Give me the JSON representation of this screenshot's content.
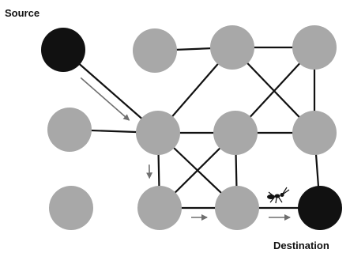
{
  "labels": {
    "source": "Source",
    "destination": "Destination"
  },
  "colors": {
    "node_fill": "#a8a8a8",
    "endpoint_fill": "#111111",
    "edge": "#111111",
    "path_arrow": "#6f6f6f"
  },
  "graph": {
    "nodes": [
      {
        "id": "n-src",
        "role": "source"
      },
      {
        "id": "n-a",
        "role": "node"
      },
      {
        "id": "n-b",
        "role": "node"
      },
      {
        "id": "n-c",
        "role": "node"
      },
      {
        "id": "n-d",
        "role": "node"
      },
      {
        "id": "n-e",
        "role": "node"
      },
      {
        "id": "n-f",
        "role": "node"
      },
      {
        "id": "n-g",
        "role": "node"
      },
      {
        "id": "n-h",
        "role": "node"
      },
      {
        "id": "n-i",
        "role": "node"
      },
      {
        "id": "n-j",
        "role": "node"
      },
      {
        "id": "n-dst",
        "role": "destination"
      }
    ],
    "edges": [
      [
        "n-src",
        "n-e"
      ],
      [
        "n-a",
        "n-b"
      ],
      [
        "n-b",
        "n-c"
      ],
      [
        "n-b",
        "n-e"
      ],
      [
        "n-b",
        "n-g"
      ],
      [
        "n-c",
        "n-f"
      ],
      [
        "n-c",
        "n-g"
      ],
      [
        "n-d",
        "n-e"
      ],
      [
        "n-e",
        "n-f"
      ],
      [
        "n-f",
        "n-g"
      ],
      [
        "n-e",
        "n-h"
      ],
      [
        "n-e",
        "n-i"
      ],
      [
        "n-f",
        "n-h"
      ],
      [
        "n-f",
        "n-i"
      ],
      [
        "n-g",
        "n-dst"
      ],
      [
        "n-h",
        "n-i"
      ],
      [
        "n-i",
        "n-dst"
      ]
    ],
    "path_arrows": [
      [
        "n-src",
        "n-e"
      ],
      [
        "n-e",
        "n-h"
      ],
      [
        "n-h",
        "n-i"
      ],
      [
        "n-i",
        "n-dst"
      ]
    ]
  },
  "icons": {
    "ant": "ant-icon"
  }
}
